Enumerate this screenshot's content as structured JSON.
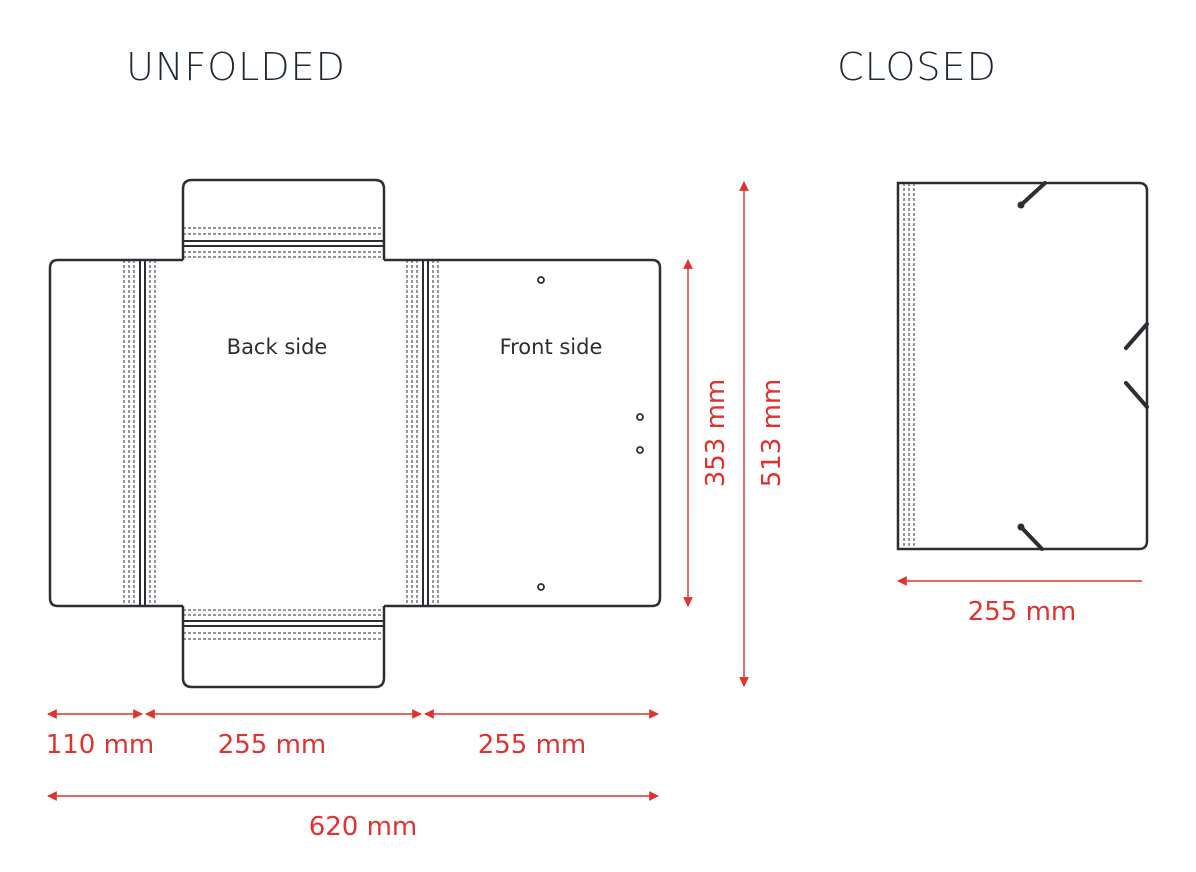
{
  "titles": {
    "unfolded": "UNFOLDED",
    "closed": "CLOSED"
  },
  "panels": {
    "back": "Back side",
    "front": "Front side"
  },
  "dimensions": {
    "flap_width": "110 mm",
    "back_width": "255 mm",
    "front_width": "255 mm",
    "total_width": "620 mm",
    "unfolded_height": "353 mm",
    "unfolded_full_height": "513 mm",
    "closed_width": "255 mm"
  },
  "colors": {
    "outline": "#2b2e33",
    "dimension": "#e0322f",
    "title": "#1f2a33"
  }
}
